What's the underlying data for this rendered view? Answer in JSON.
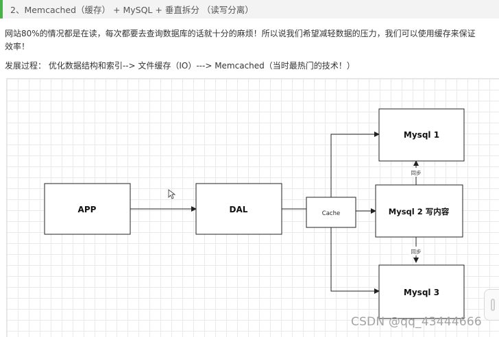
{
  "heading": "2、Memcached（缓存） + MySQL + 垂直拆分 （读写分离）",
  "paragraph1_line1": "网站80%的情况都是在读，每次都要去查询数据库的话就十分的麻烦！所以说我们希望减轻数据的压力，我们可以使用缓存来保证",
  "paragraph1_line2": "效率！",
  "paragraph2": "发展过程： 优化数据结构和索引--> 文件缓存（IO）---> Memcached（当时最热门的技术！）",
  "diagram": {
    "app": "APP",
    "dal": "DAL",
    "cache": "Cache",
    "mysql1": "Mysql 1",
    "mysql2": "Mysql 2  写内容",
    "mysql3": "Mysql 3",
    "sync_top": "同步",
    "sync_bottom": "同步"
  },
  "watermark": "CSDN @qq_43444666"
}
